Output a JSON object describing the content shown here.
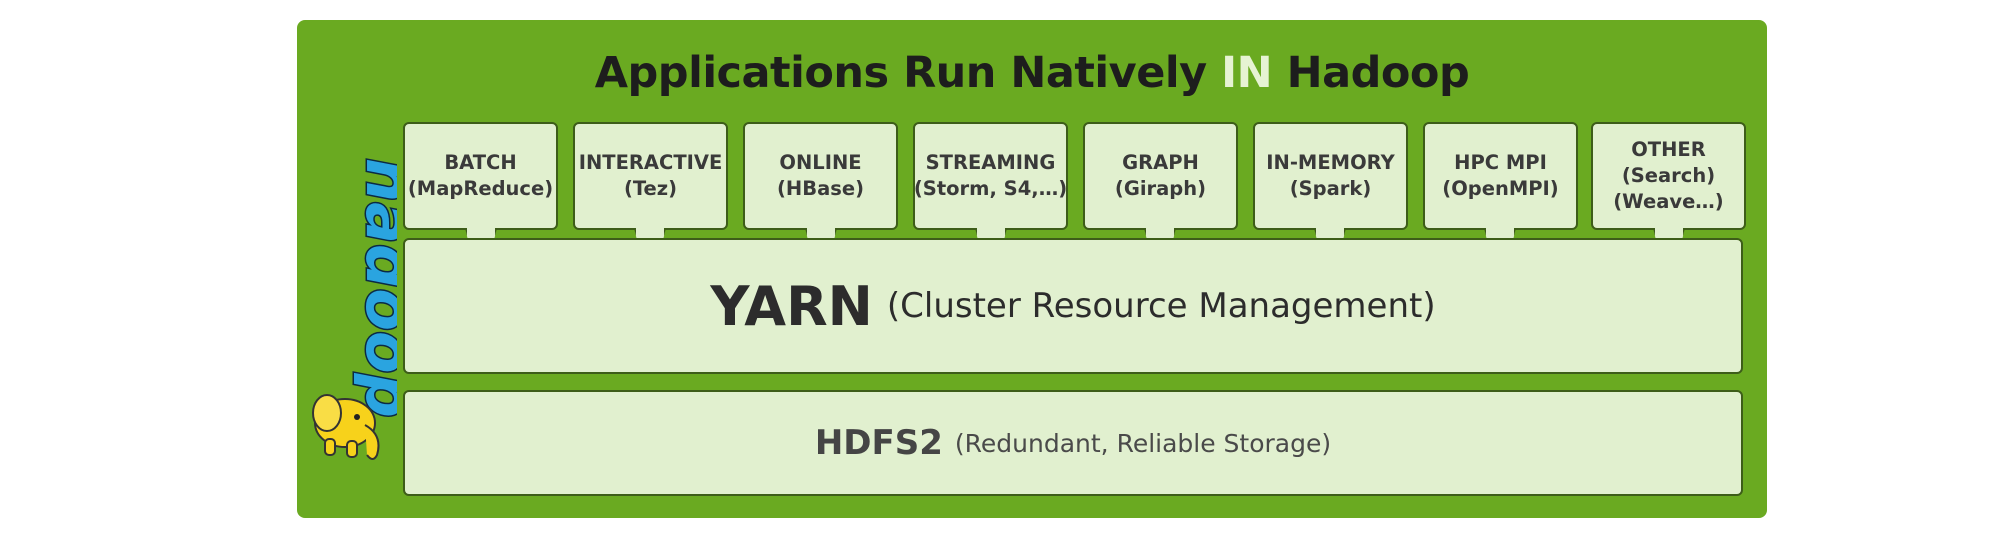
{
  "title": {
    "main": "Applications Run Natively",
    "highlight": "IN",
    "tail": "Hadoop"
  },
  "colors": {
    "panel": "#6aaa21",
    "box_fill": "#e1f0cf",
    "box_border": "#3d5d19",
    "title_highlight": "#e6f3d3",
    "logo_text": "#2aa4e0",
    "elephant": "#f7d21b"
  },
  "logo": {
    "text": "hadoop",
    "icon": "elephant-icon"
  },
  "apps": [
    {
      "line1": "BATCH",
      "line2": "(MapReduce)",
      "line3": ""
    },
    {
      "line1": "INTERACTIVE",
      "line2": "(Tez)",
      "line3": ""
    },
    {
      "line1": "ONLINE",
      "line2": "(HBase)",
      "line3": ""
    },
    {
      "line1": "STREAMING",
      "line2": "(Storm, S4,…)",
      "line3": ""
    },
    {
      "line1": "GRAPH",
      "line2": "(Giraph)",
      "line3": ""
    },
    {
      "line1": "IN-MEMORY",
      "line2": "(Spark)",
      "line3": ""
    },
    {
      "line1": "HPC MPI",
      "line2": "(OpenMPI)",
      "line3": ""
    },
    {
      "line1": "OTHER",
      "line2": "(Search)",
      "line3": "(Weave…)"
    }
  ],
  "yarn": {
    "name": "YARN",
    "desc": "(Cluster Resource Management)"
  },
  "hdfs": {
    "name": "HDFS2",
    "desc": "(Redundant, Reliable Storage)"
  }
}
